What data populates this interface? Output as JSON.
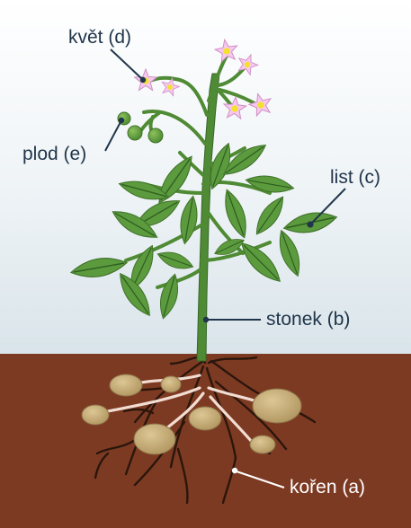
{
  "labels": {
    "flower": "květ (d)",
    "fruit": "plod (e)",
    "leaf": "list (c)",
    "stem": "stonek (b)",
    "root": "kořen (a)"
  },
  "colors": {
    "sky_top": "#ffffff",
    "sky_bottom": "#dbe6ec",
    "soil": "#7d3a22",
    "leaf": "#5c9a3e",
    "leaf_vein": "#2d5e1f",
    "stem": "#4f8a34",
    "flower_petal": "#f6c8ee",
    "flower_center": "#f3e12c",
    "fruit": "#6da344",
    "tuber": "#c9b07a",
    "root": "#2b160c",
    "label_text": "#20354a",
    "label_text_on_soil": "#ffffff",
    "pointer": "#20354a"
  }
}
